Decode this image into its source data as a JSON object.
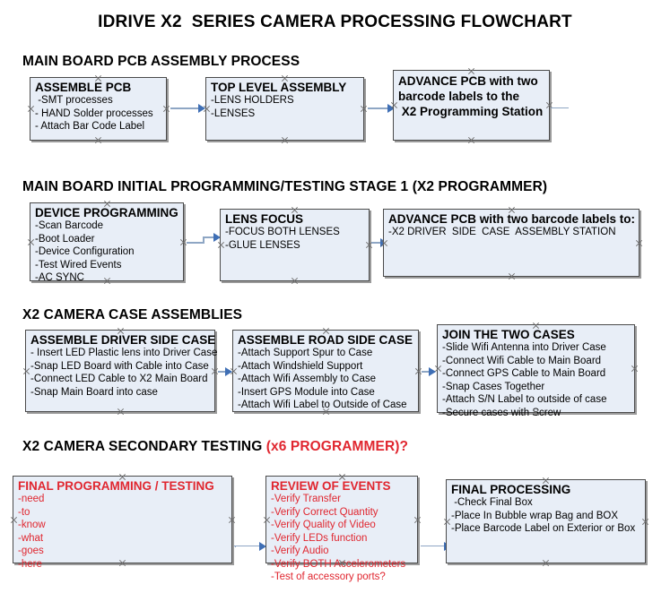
{
  "document": {
    "title": "IDRIVE X2  SERIES CAMERA PROCESSING FLOWCHART",
    "accent_red": "#e0262f",
    "node_fill": "#e8eef7",
    "node_border": "#4a4a4a",
    "connector_color": "#8ea6c4",
    "arrowhead_color": "#3f6fb5"
  },
  "sections": [
    {
      "id": "main-board-pcb-assembly",
      "heading": "MAIN BOARD PCB ASSEMBLY PROCESS",
      "heading_suffix": "",
      "nodes": [
        {
          "id": "assemble-pcb",
          "title": "ASSEMBLE PCB",
          "lines": [
            " -SMT processes",
            "- HAND Solder processes",
            "- Attach Bar Code Label"
          ]
        },
        {
          "id": "top-level-assembly",
          "title": "TOP LEVEL ASSEMBLY",
          "lines": [
            "-LENS HOLDERS",
            "-LENSES"
          ]
        },
        {
          "id": "advance-pcb-programming-station",
          "title": "ADVANCE PCB with two",
          "title_lines": [
            "ADVANCE PCB with two",
            "barcode labels to the",
            " X2 Programming Station"
          ],
          "lines": []
        }
      ]
    },
    {
      "id": "main-board-initial-programming",
      "heading": "MAIN BOARD INITIAL PROGRAMMING/TESTING STAGE 1 (X2 PROGRAMMER)",
      "nodes": [
        {
          "id": "device-programming",
          "title": "DEVICE PROGRAMMING",
          "lines": [
            "-Scan Barcode",
            "-Boot Loader",
            "-Device Configuration",
            "-Test Wired Events",
            "-AC SYNC"
          ]
        },
        {
          "id": "lens-focus",
          "title": "LENS FOCUS",
          "lines": [
            "-FOCUS BOTH LENSES",
            "-GLUE LENSES"
          ]
        },
        {
          "id": "advance-pcb-driver-side-case",
          "title": "ADVANCE PCB with two barcode labels to:",
          "lines": [
            "-X2 DRIVER  SIDE  CASE  ASSEMBLY STATION"
          ]
        }
      ]
    },
    {
      "id": "x2-camera-case-assemblies",
      "heading": "X2 CAMERA CASE ASSEMBLIES",
      "nodes": [
        {
          "id": "assemble-driver-side-case",
          "title": "ASSEMBLE DRIVER SIDE CASE",
          "lines": [
            "- Insert LED Plastic lens into Driver Case",
            "-Snap LED Board with Cable into Case",
            "-Connect LED Cable to X2 Main Board",
            "-Snap Main Board into case"
          ]
        },
        {
          "id": "assemble-road-side-case",
          "title": "ASSEMBLE ROAD SIDE CASE",
          "lines": [
            "-Attach Support Spur to Case",
            "-Attach Windshield Support",
            "-Attach Wifi Assembly to Case",
            "-Insert GPS Module into Case",
            "-Attach Wifi Label to Outside of Case"
          ]
        },
        {
          "id": "join-the-two-cases",
          "title": "JOIN THE TWO CASES",
          "lines": [
            "-Slide Wifi Antenna into Driver Case",
            "-Connect Wifi Cable to Main Board",
            "-Connect GPS Cable to Main Board",
            "-Snap Cases Together",
            "-Attach S/N Label to outside of case",
            "-Secure cases with Screw"
          ]
        }
      ]
    },
    {
      "id": "x2-camera-secondary-testing",
      "heading": "X2 CAMERA SECONDARY TESTING ",
      "heading_suffix": "(x6 PROGRAMMER)?",
      "nodes": [
        {
          "id": "final-programming-testing",
          "title": "FINAL PROGRAMMING / TESTING",
          "color": "red",
          "lines": [
            "-need",
            "-to",
            "-know",
            "-what",
            "-goes",
            "-here"
          ]
        },
        {
          "id": "review-of-events",
          "title": "REVIEW OF EVENTS",
          "color": "red",
          "lines": [
            "-Verify Transfer",
            "-Verify Correct Quantity",
            "-Verify Quality of Video",
            "-Verify LEDs function",
            "-Verify Audio",
            "-Verify BOTH Accelerometers",
            "-Test of accessory ports?"
          ]
        },
        {
          "id": "final-processing",
          "title": "FINAL PROCESSING",
          "color": "black",
          "lines": [
            " -Check Final Box",
            "-Place In Bubble wrap Bag and BOX",
            "-Place Barcode Label on Exterior or Box"
          ]
        }
      ]
    }
  ]
}
